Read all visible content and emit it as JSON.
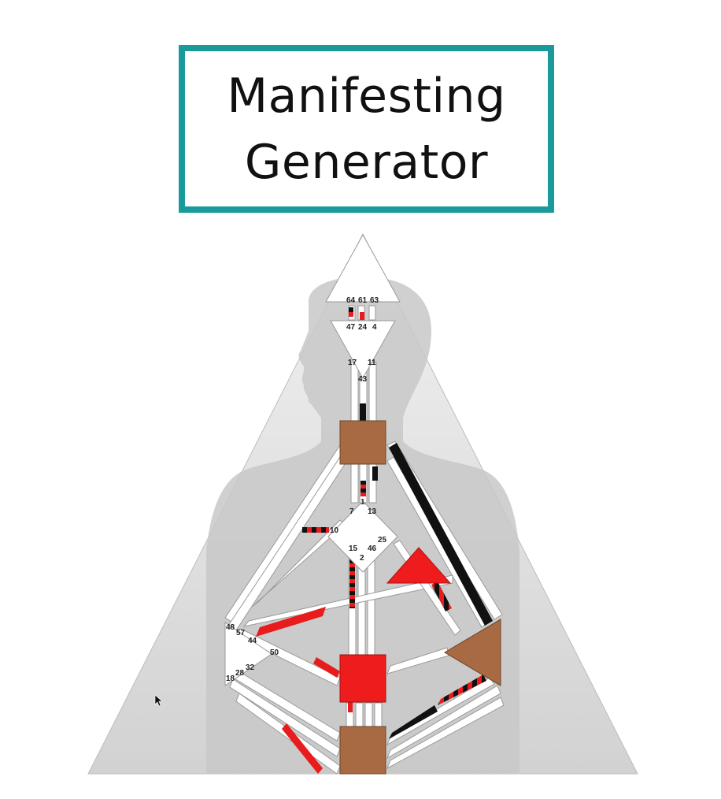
{
  "title": {
    "line1": "Manifesting",
    "line2": "Generator"
  },
  "colors": {
    "frame": "#1a9a9a",
    "defined_center": "#a86a42",
    "red_center": "#ee1c1c",
    "activation_red": "#e81c1c",
    "activation_black": "#111111",
    "background_triangle": "#dcdcdc",
    "silhouette": "#c9c9c9",
    "channel": "#ffffff"
  },
  "gates": {
    "g64": "64",
    "g61": "61",
    "g63": "63",
    "g47": "47",
    "g24": "24",
    "g4": "4",
    "g17": "17",
    "g11": "11",
    "g43": "43",
    "g1": "1",
    "g7": "7",
    "g13": "13",
    "g10": "10",
    "g25": "25",
    "g15": "15",
    "g46": "46",
    "g2": "2",
    "g48": "48",
    "g57": "57",
    "g44": "44",
    "g50": "50",
    "g32": "32",
    "g28": "28",
    "g18": "18"
  },
  "icons": {
    "cursor": "mouse-pointer-icon"
  }
}
